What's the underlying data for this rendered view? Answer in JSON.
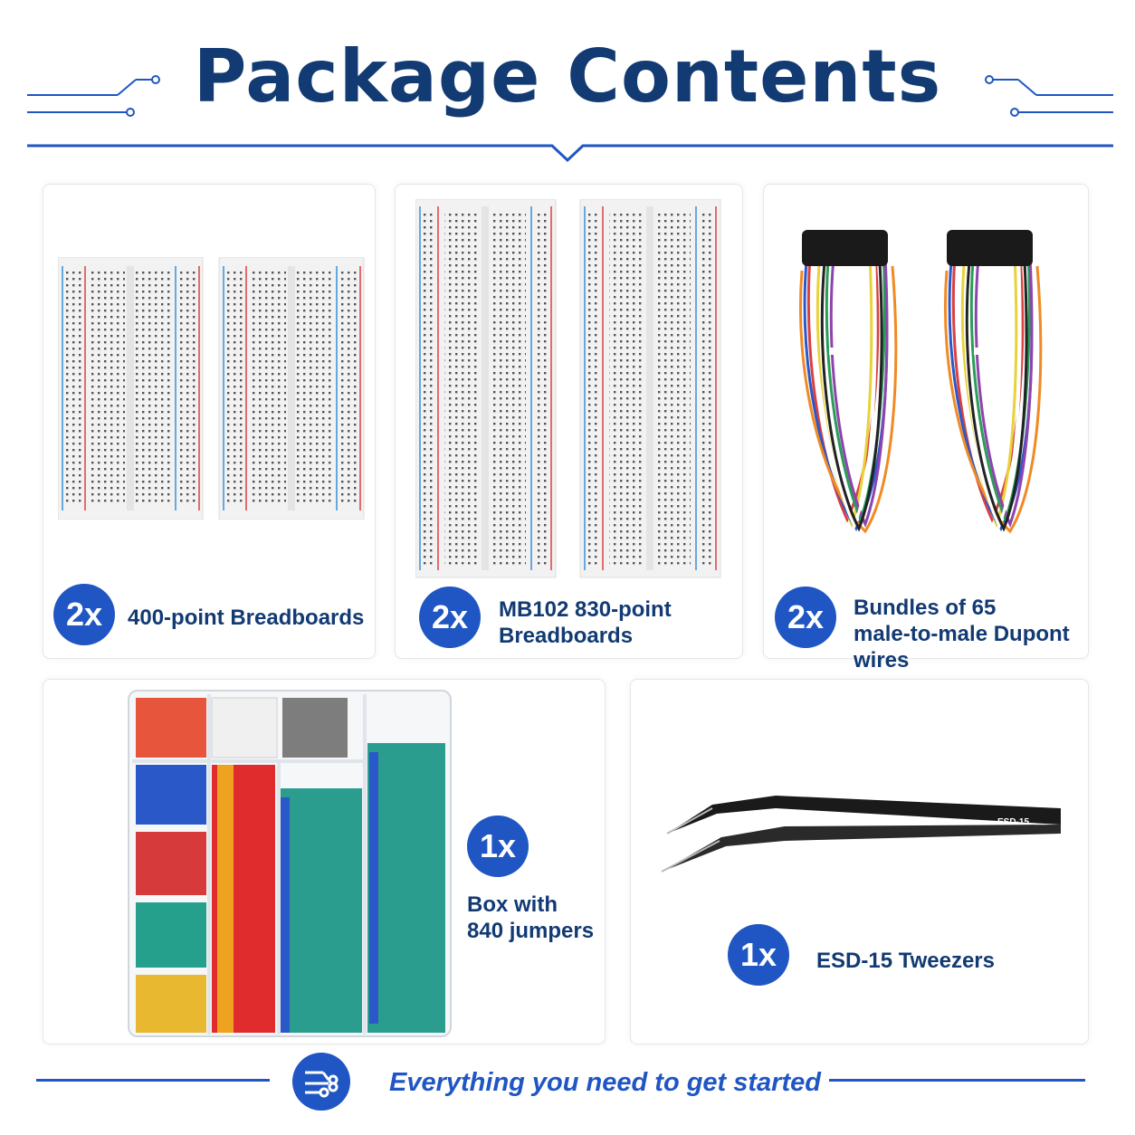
{
  "header": {
    "title": "Package Contents"
  },
  "items": [
    {
      "qty": "2x",
      "lines": [
        "400-point Breadboards"
      ]
    },
    {
      "qty": "2x",
      "lines": [
        "MB102 830-point",
        "Breadboards"
      ]
    },
    {
      "qty": "2x",
      "lines": [
        "Bundles of 65",
        "male-to-male Dupont wires"
      ]
    },
    {
      "qty": "1x",
      "lines": [
        "Box with",
        "840 jumpers"
      ]
    },
    {
      "qty": "1x",
      "lines": [
        "ESD-15 Tweezers"
      ]
    }
  ],
  "tweezers_marking": "ESD-15",
  "footer": {
    "tagline": "Everything you need to get started"
  },
  "colors": {
    "brand_blue": "#1f56c3",
    "navy": "#123a73"
  }
}
